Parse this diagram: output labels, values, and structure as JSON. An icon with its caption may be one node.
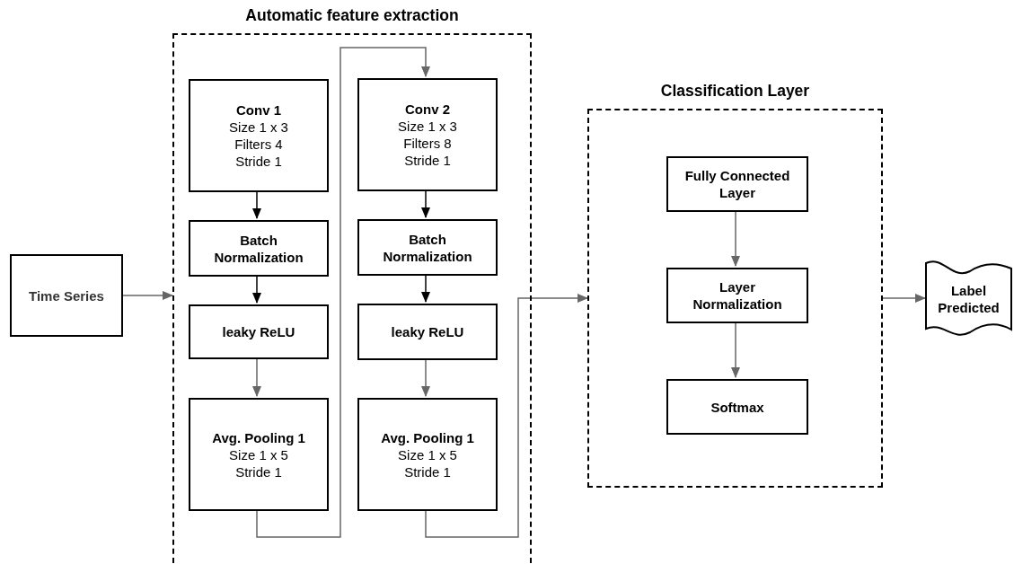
{
  "diagram": {
    "nodes": [
      {
        "text": [
          "Time Series"
        ]
      },
      {
        "text": [
          "Automatic feature extraction"
        ]
      },
      {
        "text": [
          "Conv 1",
          "Size 1 x 3",
          "Filters 4",
          "Stride 1"
        ],
        "in": 1
      },
      {
        "text": [
          "Batch Normalization"
        ],
        "in": 1
      },
      {
        "text": [
          "leaky ReLU"
        ],
        "in": 1
      },
      {
        "text": [
          "Avg. Pooling 1",
          "Size 1 x 5",
          "Stride 1"
        ],
        "in": 1
      },
      {
        "text": [
          "Conv 2",
          "Size 1 x 3",
          "Filters 8",
          "Stride 1"
        ],
        "in": 1
      },
      {
        "text": [
          "Batch Normalization"
        ],
        "in": 1
      },
      {
        "text": [
          "leaky ReLU"
        ],
        "in": 1
      },
      {
        "text": [
          "Avg. Pooling 1",
          "Size 1 x 5",
          "Stride 1"
        ],
        "in": 1
      },
      {
        "text": [
          "Classification Layer"
        ]
      },
      {
        "text": [
          "Fully Connected Layer"
        ],
        "in": 10
      },
      {
        "text": [
          "Layer Normalization"
        ],
        "in": 10
      },
      {
        "text": [
          "Softmax"
        ],
        "in": 10
      },
      {
        "text": [
          "Label Predicted"
        ]
      }
    ],
    "edges": [
      {
        "from": 0,
        "to": 1,
        "arrow": "to"
      },
      {
        "from": 2,
        "to": 3,
        "arrow": "to",
        "color": "#000000"
      },
      {
        "from": 3,
        "to": 4,
        "arrow": "to",
        "color": "#000000"
      },
      {
        "from": 4,
        "to": 5,
        "arrow": "to"
      },
      {
        "from": 5,
        "to": 6,
        "arrow": "to"
      },
      {
        "from": 6,
        "to": 7,
        "arrow": "to",
        "color": "#000000"
      },
      {
        "from": 7,
        "to": 8,
        "arrow": "to",
        "color": "#000000"
      },
      {
        "from": 8,
        "to": 9,
        "arrow": "to"
      },
      {
        "from": 9,
        "to": 10,
        "arrow": "to"
      },
      {
        "from": 11,
        "to": 12,
        "arrow": "to"
      },
      {
        "from": 12,
        "to": 13,
        "arrow": "to"
      },
      {
        "from": 10,
        "to": 14,
        "arrow": "to"
      }
    ]
  }
}
